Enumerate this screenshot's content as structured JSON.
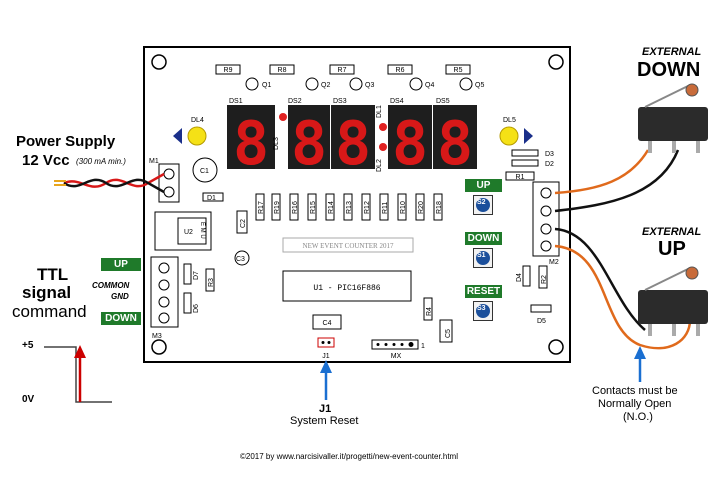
{
  "board": {
    "resistors_top": [
      "R9",
      "R8",
      "R7",
      "R6",
      "R5"
    ],
    "transistors": [
      "Q1",
      "Q2",
      "Q3",
      "Q4",
      "Q5"
    ],
    "displays": [
      "DS1",
      "DS2",
      "DS3",
      "DS4",
      "DS5"
    ],
    "digit_text": "8",
    "leds": [
      "DL4",
      "DL5",
      "DL3",
      "DL1",
      "DL2"
    ],
    "resistors_row": [
      "R17",
      "R19",
      "R16",
      "R15",
      "R14",
      "R13",
      "R12",
      "R11",
      "R10",
      "R20",
      "R18"
    ],
    "title_text": "NEW EVENT COUNTER 2017",
    "ic_label": "U1 - PIC16F886",
    "u2_label": "U2",
    "u2_pins": "E M U",
    "parts": {
      "m1": "M1",
      "m2": "M2",
      "m3": "M3",
      "c1": "C1",
      "c2": "C2",
      "c3": "C3",
      "c4": "C4",
      "c5": "C5",
      "d1": "D1",
      "d2": "D2",
      "d3": "D3",
      "d4": "D4",
      "d5": "D5",
      "d6": "D6",
      "d7": "D7",
      "r1": "R1",
      "r2": "R2",
      "r3": "R3",
      "r4": "R4",
      "j1": "J1",
      "mx": "MX",
      "mx_pin": "1"
    },
    "buttons": [
      {
        "label": "UP",
        "id": "S2"
      },
      {
        "label": "DOWN",
        "id": "S1"
      },
      {
        "label": "RESET",
        "id": "S3"
      }
    ],
    "m3_up": "UP",
    "m3_down": "DOWN",
    "m3_common": "COMMON",
    "m3_gnd": "GND"
  },
  "power": {
    "line1": "Power Supply",
    "line2": "12 Vcc",
    "note": "(300 mA min.)"
  },
  "ttl": {
    "line1": "TTL",
    "line2": "signal",
    "line3": "command",
    "high": "+5",
    "low": "0V"
  },
  "external_down": {
    "word": "EXTERNAL",
    "name": "DOWN"
  },
  "external_up": {
    "word": "EXTERNAL",
    "name": "UP"
  },
  "j1_note": {
    "title": "J1",
    "sub": "System Reset"
  },
  "contacts": {
    "line1": "Contacts must be",
    "line2": "Normally Open",
    "line3": "(N.O.)"
  },
  "footer": "©2017 by www.narcisivaller.it/progetti/new-event-counter.html",
  "colors": {
    "display_red": "#d81818",
    "arrow_blue": "#1a6fd1",
    "arrow_red": "#cc0000",
    "label_green": "#1f7a2a",
    "wire_orange": "#e06a1c"
  }
}
